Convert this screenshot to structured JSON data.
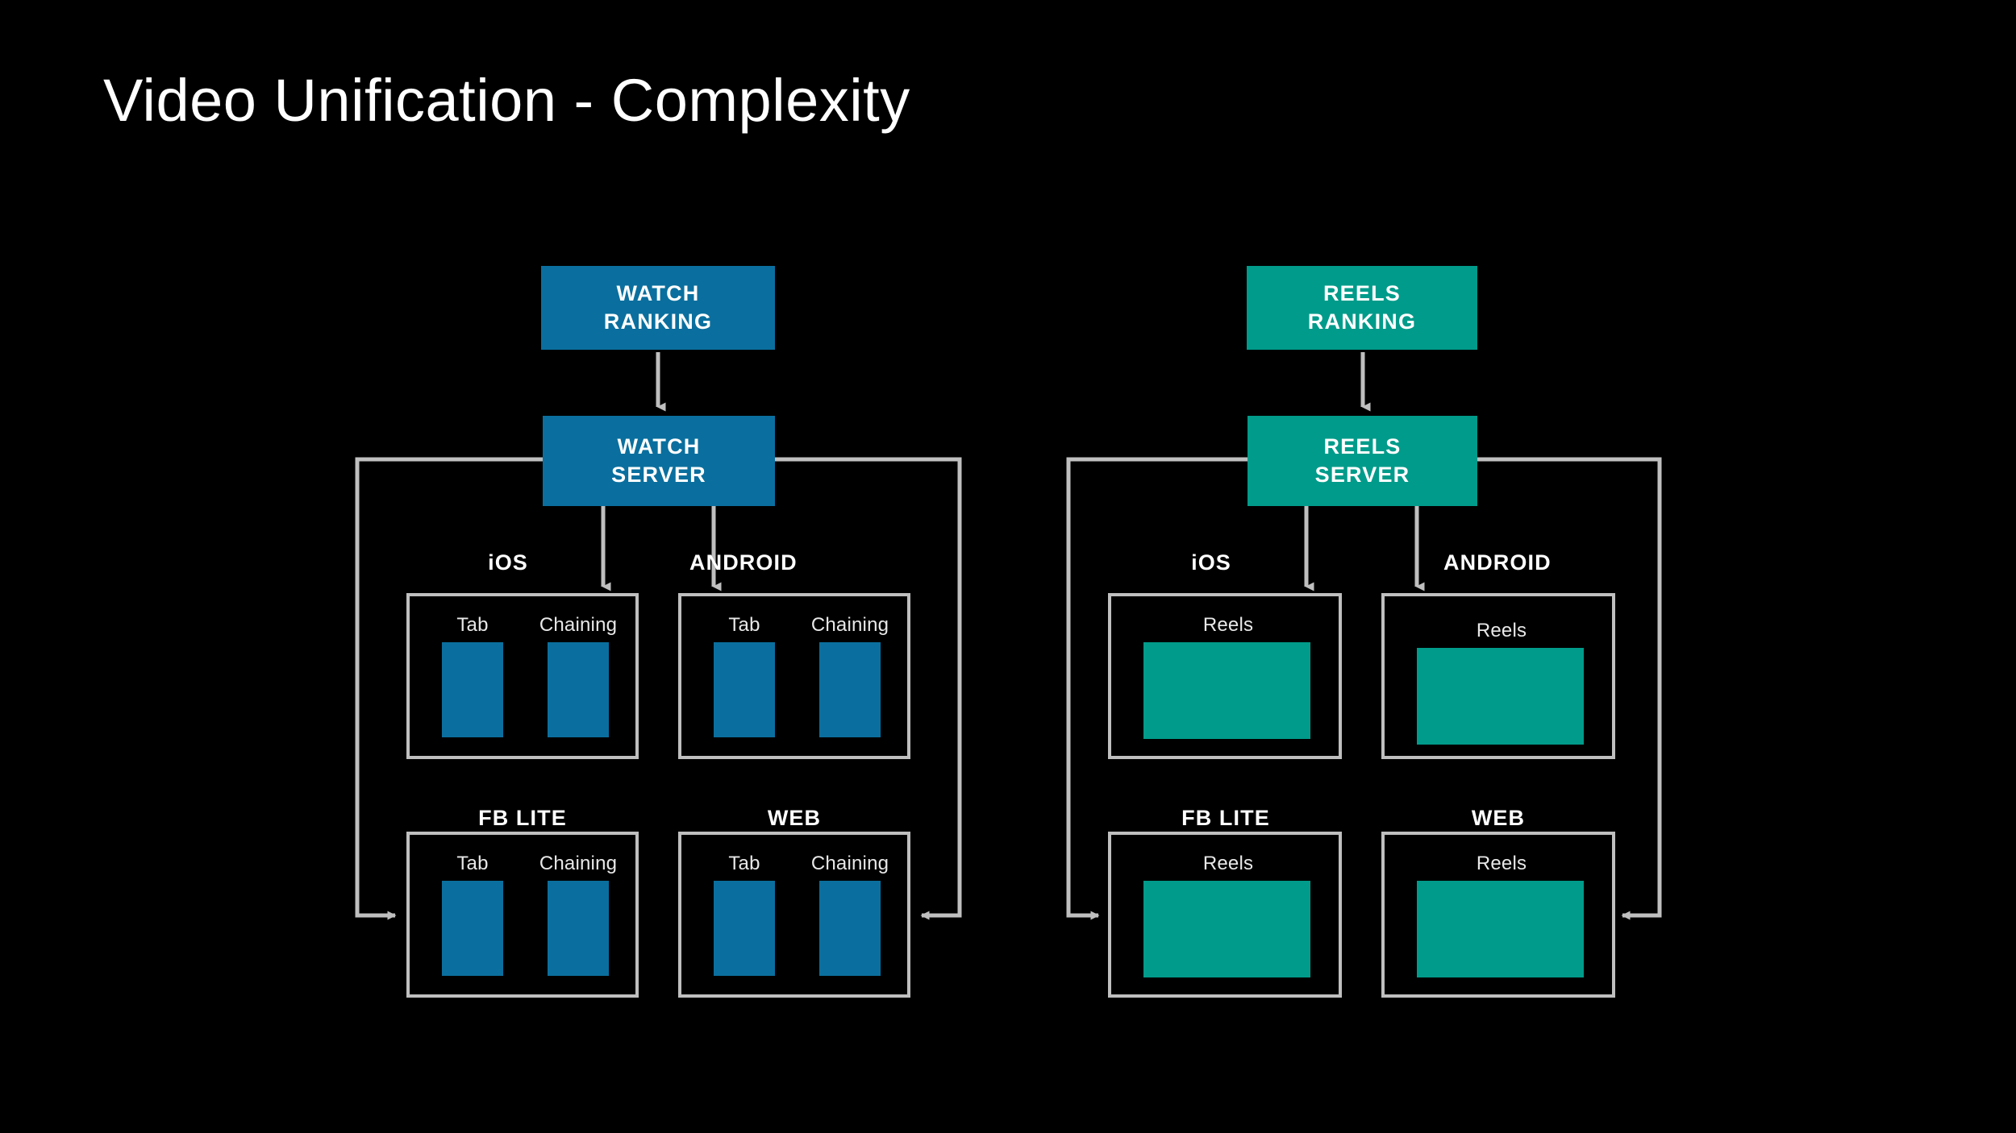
{
  "slide": {
    "title": "Video Unification - Complexity",
    "background_color": "#000000",
    "text_color": "#ffffff"
  },
  "colors": {
    "watch_blue": "#0a6f9e",
    "reels_teal": "#009b8a",
    "connector_gray": "#bfbfbf",
    "border_gray": "#bfbfbf"
  },
  "columns": [
    {
      "id": "watch",
      "accent": "#0a6f9e",
      "ranking_box": {
        "line1": "WATCH",
        "line2": "RANKING"
      },
      "server_box": {
        "line1": "WATCH",
        "line2": "SERVER"
      },
      "platforms": [
        {
          "id": "ios",
          "label": "iOS",
          "surfaces": [
            {
              "name": "Tab"
            },
            {
              "name": "Chaining"
            }
          ]
        },
        {
          "id": "android",
          "label": "ANDROID",
          "surfaces": [
            {
              "name": "Tab"
            },
            {
              "name": "Chaining"
            }
          ]
        },
        {
          "id": "fblite",
          "label": "FB LITE",
          "surfaces": [
            {
              "name": "Tab"
            },
            {
              "name": "Chaining"
            }
          ]
        },
        {
          "id": "web",
          "label": "WEB",
          "surfaces": [
            {
              "name": "Tab"
            },
            {
              "name": "Chaining"
            }
          ]
        }
      ]
    },
    {
      "id": "reels",
      "accent": "#009b8a",
      "ranking_box": {
        "line1": "REELS",
        "line2": "RANKING"
      },
      "server_box": {
        "line1": "REELS",
        "line2": "SERVER"
      },
      "platforms": [
        {
          "id": "ios",
          "label": "iOS",
          "surfaces": [
            {
              "name": "Reels"
            }
          ]
        },
        {
          "id": "android",
          "label": "ANDROID",
          "surfaces": [
            {
              "name": "Reels"
            }
          ]
        },
        {
          "id": "fblite",
          "label": "FB LITE",
          "surfaces": [
            {
              "name": "Reels"
            }
          ]
        },
        {
          "id": "web",
          "label": "WEB",
          "surfaces": [
            {
              "name": "Reels"
            }
          ]
        }
      ]
    }
  ]
}
